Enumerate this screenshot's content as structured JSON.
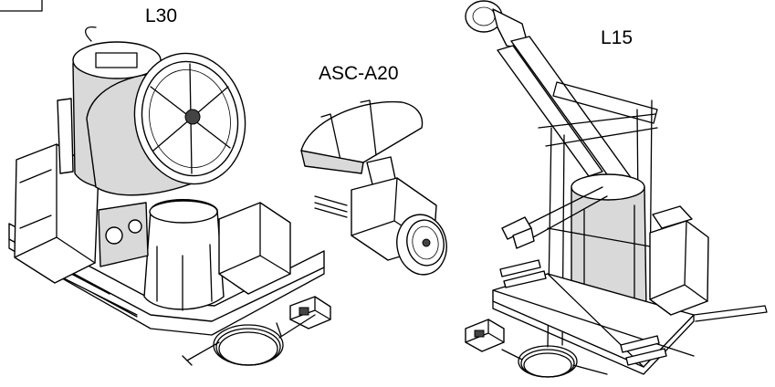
{
  "labels": {
    "l30": "L30",
    "asc_a20": "ASC-A20",
    "l15": "L15"
  },
  "colors": {
    "background": "#ffffff",
    "line": "#000000"
  }
}
